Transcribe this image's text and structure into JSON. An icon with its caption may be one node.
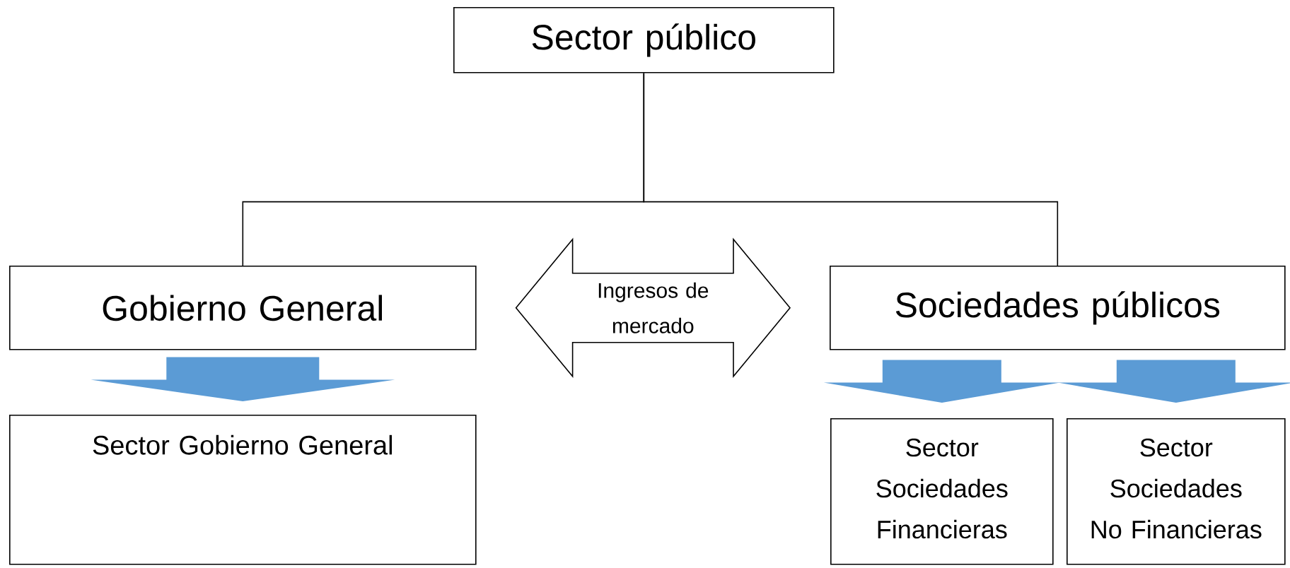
{
  "diagram": {
    "nodes": [
      {
        "text": [
          "Sector público"
        ]
      },
      {
        "text": [
          "Gobierno General"
        ]
      },
      {
        "text": [
          "Sociedades públicos"
        ]
      },
      {
        "text": [
          "Sector Gobierno General"
        ]
      },
      {
        "text": [
          "Sector Sociedades Financieras"
        ]
      },
      {
        "text": [
          "Sector Sociedades No Financieras"
        ]
      }
    ],
    "edges": [
      {
        "from": 0,
        "to": 1,
        "arrow": "none",
        "color": "#000000"
      },
      {
        "from": 0,
        "to": 2,
        "arrow": "none",
        "color": "#000000"
      },
      {
        "from": 1,
        "to": 2,
        "arrow": "both",
        "label": "Ingresos de mercado",
        "color": "#000000"
      },
      {
        "from": 1,
        "to": 3,
        "arrow": "to",
        "style": "thick"
      },
      {
        "from": 2,
        "to": 4,
        "arrow": "to",
        "style": "thick"
      },
      {
        "from": 2,
        "to": 5,
        "arrow": "to",
        "style": "thick"
      }
    ]
  }
}
